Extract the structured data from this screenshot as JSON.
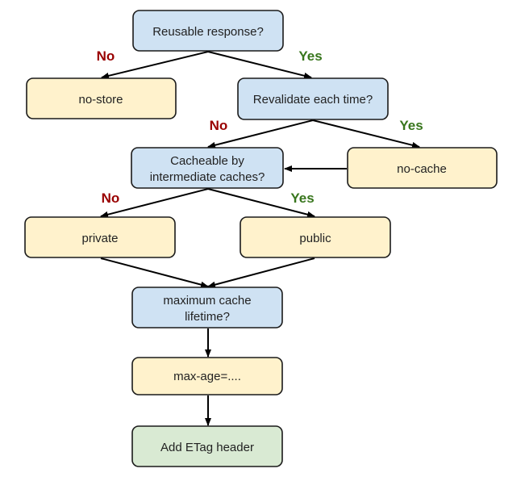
{
  "colors": {
    "question_fill": "#cfe2f3",
    "action_fill": "#fff2cc",
    "final_fill": "#d9ead3",
    "no_label": "#990000",
    "yes_label": "#38761d"
  },
  "nodes": {
    "reusable": {
      "lines": [
        "Reusable response?"
      ],
      "kind": "question"
    },
    "no_store": {
      "lines": [
        "no-store"
      ],
      "kind": "action"
    },
    "revalidate": {
      "lines": [
        "Revalidate each time?"
      ],
      "kind": "question"
    },
    "cacheable": {
      "lines": [
        "Cacheable by",
        "intermediate caches?"
      ],
      "kind": "question"
    },
    "no_cache": {
      "lines": [
        "no-cache"
      ],
      "kind": "action"
    },
    "private": {
      "lines": [
        "private"
      ],
      "kind": "action"
    },
    "public": {
      "lines": [
        "public"
      ],
      "kind": "action"
    },
    "max_lifetime": {
      "lines": [
        "maximum cache",
        "lifetime?"
      ],
      "kind": "question"
    },
    "max_age": {
      "lines": [
        "max-age=...."
      ],
      "kind": "action"
    },
    "etag": {
      "lines": [
        "Add ETag header"
      ],
      "kind": "final"
    }
  },
  "branch_labels": {
    "reusable_no": "No",
    "reusable_yes": "Yes",
    "revalidate_no": "No",
    "revalidate_yes": "Yes",
    "cacheable_no": "No",
    "cacheable_yes": "Yes"
  }
}
